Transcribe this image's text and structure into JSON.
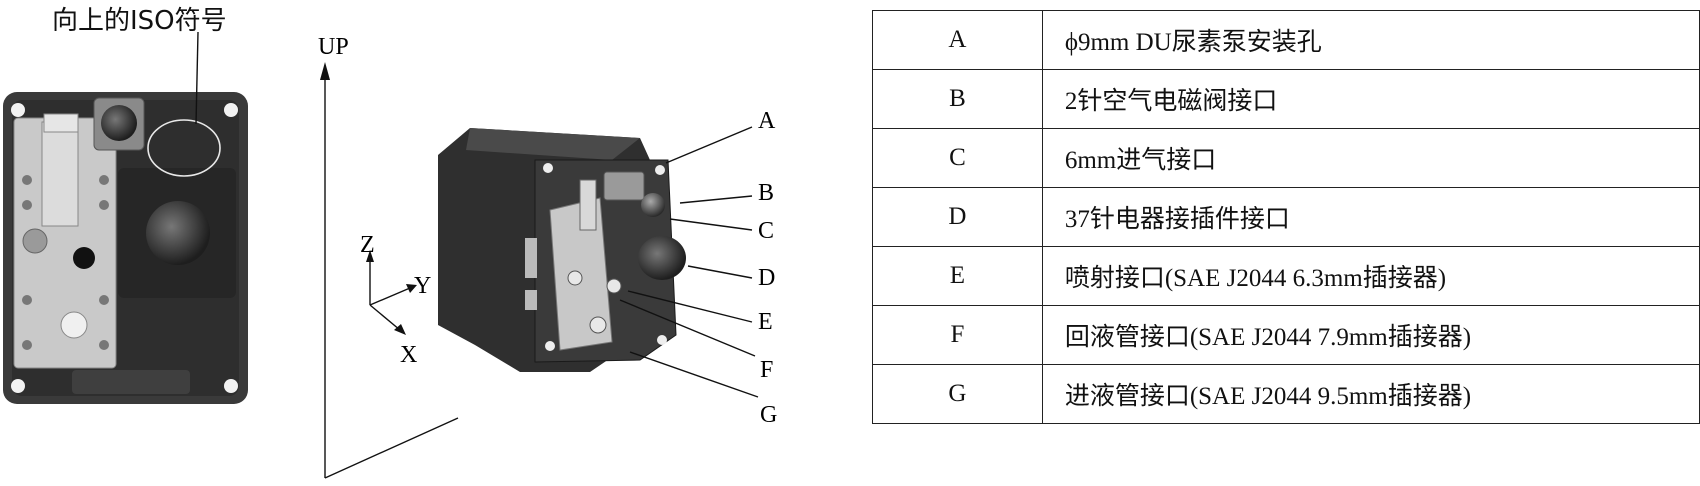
{
  "top_view": {
    "iso_label": "向上的ISO符号"
  },
  "iso_view": {
    "up_label": "UP",
    "axes": {
      "z": "Z",
      "y": "Y",
      "x": "X"
    },
    "callouts": [
      "A",
      "B",
      "C",
      "D",
      "E",
      "F",
      "G"
    ]
  },
  "legend": [
    {
      "code": "A",
      "desc": "ϕ9mm DU尿素泵安装孔"
    },
    {
      "code": "B",
      "desc": "2针空气电磁阀接口"
    },
    {
      "code": "C",
      "desc": "6mm进气接口"
    },
    {
      "code": "D",
      "desc": "37针电器接插件接口"
    },
    {
      "code": "E",
      "desc": "喷射接口(SAE J2044 6.3mm插接器)"
    },
    {
      "code": "F",
      "desc": "回液管接口(SAE J2044 7.9mm插接器)"
    },
    {
      "code": "G",
      "desc": "进液管接口(SAE J2044 9.5mm插接器)"
    }
  ]
}
